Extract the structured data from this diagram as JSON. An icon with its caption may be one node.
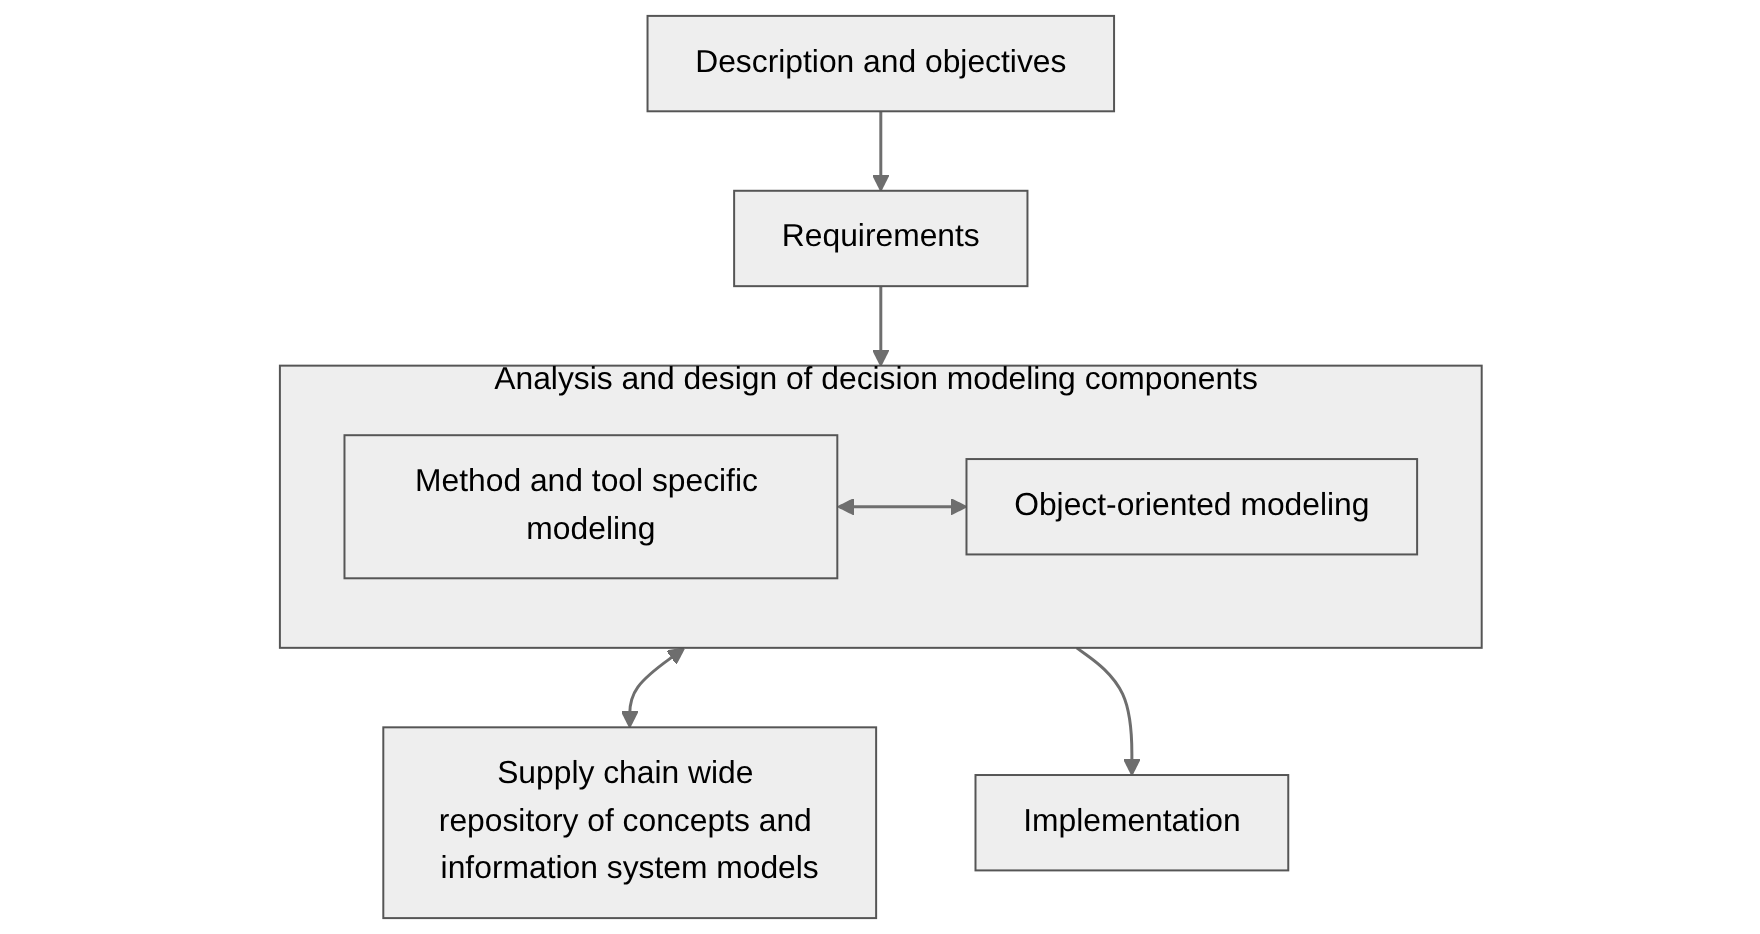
{
  "diagram": {
    "nodes": [
      {
        "text": [
          "Description and objectives"
        ]
      },
      {
        "text": [
          "Requirements"
        ]
      },
      {
        "text": [
          "Analysis and design of decision modeling components"
        ]
      },
      {
        "text": [
          "Method and tool specific modeling"
        ],
        "in": 2
      },
      {
        "text": [
          "Object-oriented modeling"
        ],
        "in": 2
      },
      {
        "text": [
          "Supply chain wide repository of concepts and information system models"
        ]
      },
      {
        "text": [
          "Implementation"
        ]
      }
    ],
    "edges": [
      {
        "from": 0,
        "to": 1,
        "arrow": "to"
      },
      {
        "from": 1,
        "to": 2,
        "arrow": "to"
      },
      {
        "from": 3,
        "to": 4,
        "arrow": "both"
      },
      {
        "from": 2,
        "to": 5,
        "arrow": "both"
      },
      {
        "from": 2,
        "to": 6,
        "arrow": "to"
      }
    ]
  }
}
